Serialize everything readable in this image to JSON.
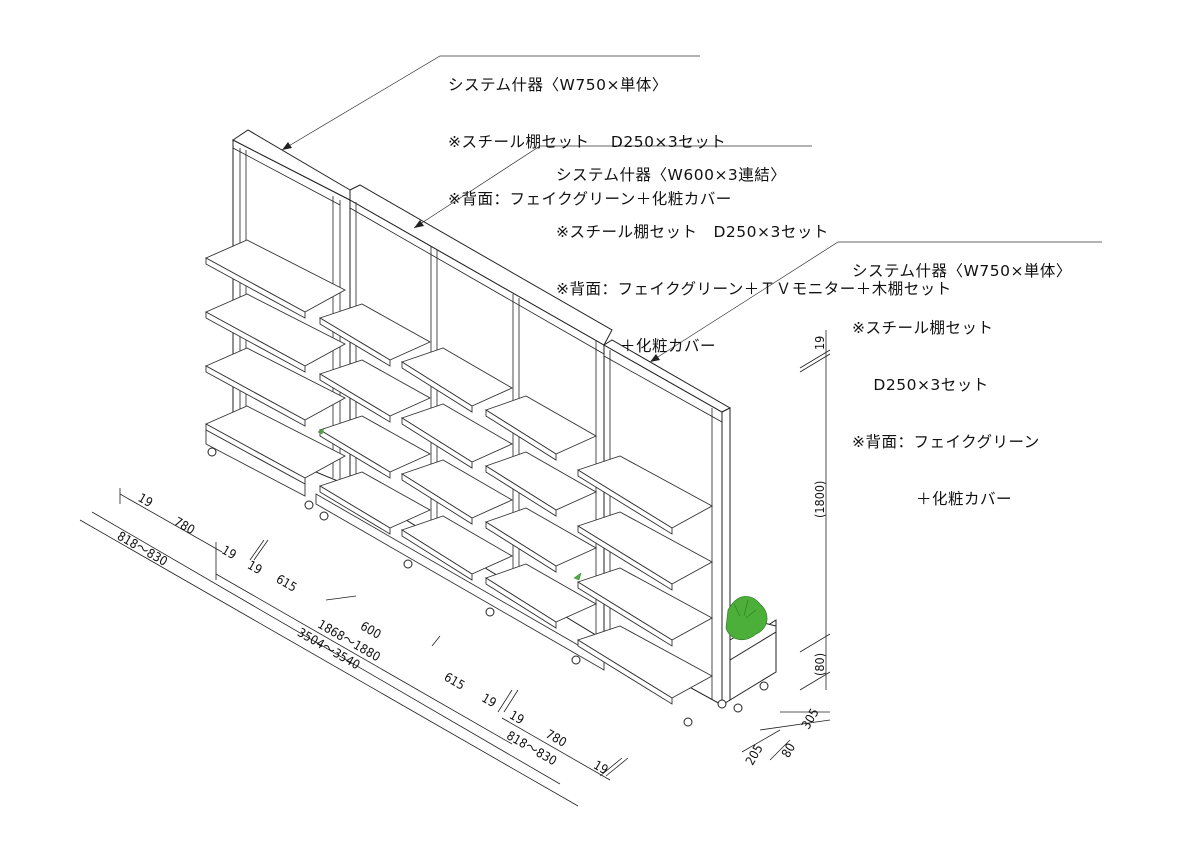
{
  "callouts": [
    {
      "title": "システム什器〈W750×単体〉",
      "lines": [
        "※スチール棚セット　 D250×3セット",
        "※背面：フェイクグリーン＋化粧カバー"
      ]
    },
    {
      "title": "システム什器〈W600×3連結〉",
      "lines": [
        "※スチール棚セット　D250×3セット",
        "※背面：フェイクグリーン＋ＴＶモニター＋木棚セット",
        "　　　　＋化粧カバー"
      ]
    },
    {
      "title": "システム什器〈W750×単体〉",
      "lines": [
        "※スチール棚セット",
        "　 D250×3セット",
        "※背面：フェイクグリーン",
        "　　　　＋化粧カバー"
      ]
    }
  ],
  "dimensions": {
    "d19_a": "19",
    "d780_a": "780",
    "d818_a": "818～830",
    "d19_b": "19",
    "d19_c": "19",
    "d615_a": "615",
    "d600": "600",
    "d1868": "1868～1880",
    "d3504": "3504～3540",
    "d615_b": "615",
    "d19_d": "19",
    "d19_e": "19",
    "d780_b": "780",
    "d818_b": "818～830",
    "d19_f": "19",
    "h19": "19",
    "h1800": "(1800)",
    "h80": "(80)",
    "d305": "305",
    "d205": "205",
    "d80": "80"
  },
  "colors": {
    "line": "#222222",
    "greenery": "#4caf3a",
    "greenery_dark": "#2f7d24"
  }
}
